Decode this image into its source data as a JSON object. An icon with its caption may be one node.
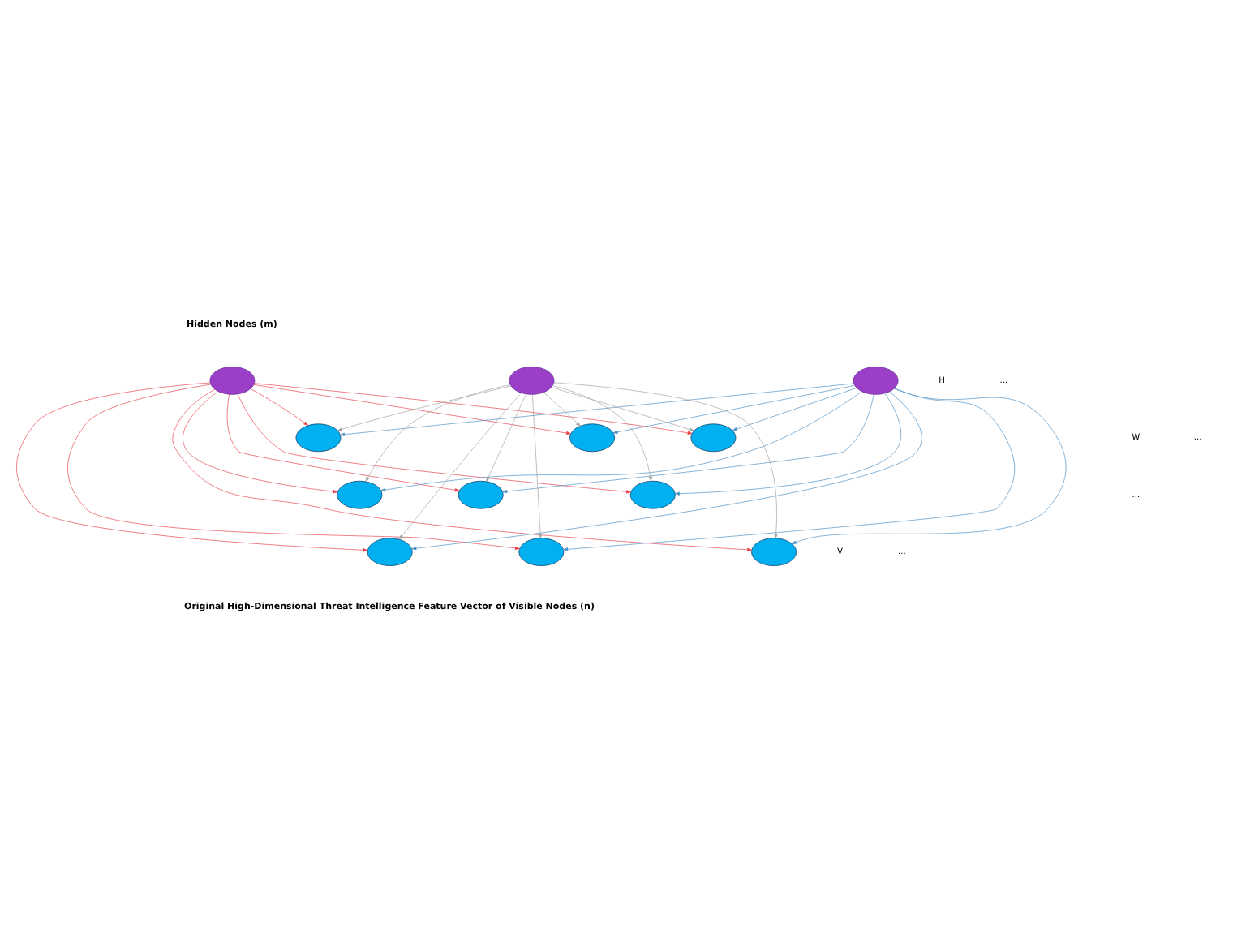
{
  "diagram": {
    "nodes": [
      {
        "text": [],
        "shape": "circle"
      },
      {
        "text": [],
        "shape": "circle"
      },
      {
        "text": [],
        "shape": "circle"
      },
      {
        "text": [],
        "shape": "circle"
      },
      {
        "text": [],
        "shape": "circle"
      },
      {
        "text": [],
        "shape": "circle"
      },
      {
        "text": [],
        "shape": "circle"
      },
      {
        "text": [],
        "shape": "circle"
      },
      {
        "text": [],
        "shape": "circle"
      },
      {
        "text": [],
        "shape": "circle"
      },
      {
        "text": [],
        "shape": "circle"
      },
      {
        "text": [],
        "shape": "circle"
      }
    ],
    "edges": [
      {
        "from": 0,
        "to": 3,
        "arrow": "to",
        "color": "#e8414b"
      },
      {
        "from": 0,
        "to": 4,
        "arrow": "to",
        "color": "#e8414b"
      },
      {
        "from": 0,
        "to": 5,
        "arrow": "to",
        "color": "#e8414b"
      },
      {
        "from": 0,
        "to": 6,
        "arrow": "to",
        "color": "#e8414b"
      },
      {
        "from": 0,
        "to": 7,
        "arrow": "to",
        "color": "#e8414b"
      },
      {
        "from": 0,
        "to": 8,
        "arrow": "to",
        "color": "#e8414b"
      },
      {
        "from": 0,
        "to": 9,
        "arrow": "to",
        "color": "#e8414b"
      },
      {
        "from": 0,
        "to": 10,
        "arrow": "to",
        "color": "#e8414b"
      },
      {
        "from": 0,
        "to": 11,
        "arrow": "to",
        "color": "#e8414b"
      },
      {
        "from": 1,
        "to": 3,
        "arrow": "to",
        "color": "#4a8fc4"
      },
      {
        "from": 1,
        "to": 4,
        "arrow": "to",
        "color": "#4a8fc4"
      },
      {
        "from": 1,
        "to": 5,
        "arrow": "to",
        "color": "#4a8fc4"
      },
      {
        "from": 1,
        "to": 6,
        "arrow": "to",
        "color": "#4a8fc4"
      },
      {
        "from": 1,
        "to": 7,
        "arrow": "to",
        "color": "#4a8fc4"
      },
      {
        "from": 1,
        "to": 8,
        "arrow": "to",
        "color": "#4a8fc4"
      },
      {
        "from": 1,
        "to": 9,
        "arrow": "to",
        "color": "#4a8fc4"
      },
      {
        "from": 1,
        "to": 10,
        "arrow": "to",
        "color": "#4a8fc4"
      },
      {
        "from": 1,
        "to": 11,
        "arrow": "to",
        "color": "#4a8fc4"
      },
      {
        "from": 2,
        "to": 3,
        "arrow": "to",
        "color": "#a0a0a0"
      },
      {
        "from": 2,
        "to": 4,
        "arrow": "to",
        "color": "#a0a0a0"
      },
      {
        "from": 2,
        "to": 5,
        "arrow": "to",
        "color": "#a0a0a0"
      },
      {
        "from": 2,
        "to": 6,
        "arrow": "to",
        "color": "#a0a0a0"
      },
      {
        "from": 2,
        "to": 7,
        "arrow": "to",
        "color": "#a0a0a0"
      },
      {
        "from": 2,
        "to": 8,
        "arrow": "to",
        "color": "#a0a0a0"
      },
      {
        "from": 2,
        "to": 9,
        "arrow": "to",
        "color": "#a0a0a0"
      },
      {
        "from": 2,
        "to": 10,
        "arrow": "to",
        "color": "#a0a0a0"
      },
      {
        "from": 2,
        "to": 11,
        "arrow": "to",
        "color": "#a0a0a0"
      }
    ],
    "labels": [
      "Hidden Nodes (m)",
      "H",
      "...",
      "W",
      "...",
      "...",
      "V",
      "...",
      "Original High-Dimensional Threat Intelligence Feature Vector of Visible Nodes (n)"
    ]
  }
}
